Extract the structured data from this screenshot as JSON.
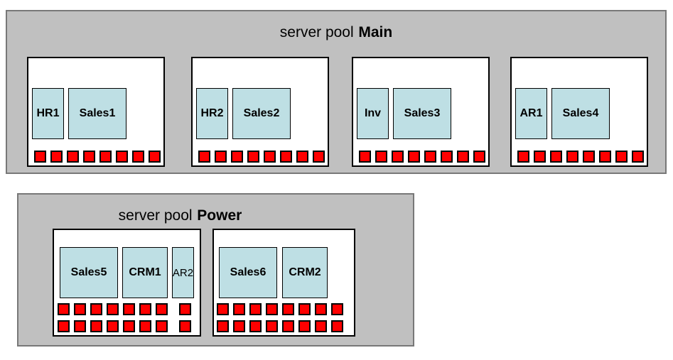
{
  "colors": {
    "canvas_bg": "#ffffff",
    "pool_bg": "#c0c0c0",
    "pool_border": "#787878",
    "server_bg": "#ffffff",
    "server_border": "#000000",
    "vm_fill": "#bedfe4",
    "vm_border": "#000000",
    "cpu_fill": "#ff0000",
    "cpu_border": "#000000",
    "text": "#000000"
  },
  "pools": [
    {
      "id": "main",
      "title_prefix": "server pool",
      "title_name": "Main",
      "servers": [
        {
          "vms": [
            {
              "label": "HR1",
              "size": "s"
            },
            {
              "label": "Sales1",
              "size": "l"
            }
          ],
          "cpu_rows": [
            [
              8
            ]
          ]
        },
        {
          "vms": [
            {
              "label": "HR2",
              "size": "s"
            },
            {
              "label": "Sales2",
              "size": "l"
            }
          ],
          "cpu_rows": [
            [
              8
            ]
          ]
        },
        {
          "vms": [
            {
              "label": "Inv",
              "size": "s"
            },
            {
              "label": "Sales3",
              "size": "l"
            }
          ],
          "cpu_rows": [
            [
              8
            ]
          ]
        },
        {
          "vms": [
            {
              "label": "AR1",
              "size": "s"
            },
            {
              "label": "Sales4",
              "size": "l"
            }
          ],
          "cpu_rows": [
            [
              8
            ]
          ]
        }
      ]
    },
    {
      "id": "power",
      "title_prefix": "server pool",
      "title_name": "Power",
      "servers": [
        {
          "vms": [
            {
              "label": "Sales5",
              "size": "l"
            },
            {
              "label": "CRM1",
              "size": "m"
            },
            {
              "label": "AR2",
              "size": "xs",
              "bold": false
            }
          ],
          "cpu_rows": [
            [
              7,
              1
            ],
            [
              7,
              1
            ]
          ]
        },
        {
          "vms": [
            {
              "label": "Sales6",
              "size": "l"
            },
            {
              "label": "CRM2",
              "size": "m"
            }
          ],
          "cpu_rows": [
            [
              8
            ],
            [
              8
            ]
          ]
        }
      ]
    }
  ]
}
